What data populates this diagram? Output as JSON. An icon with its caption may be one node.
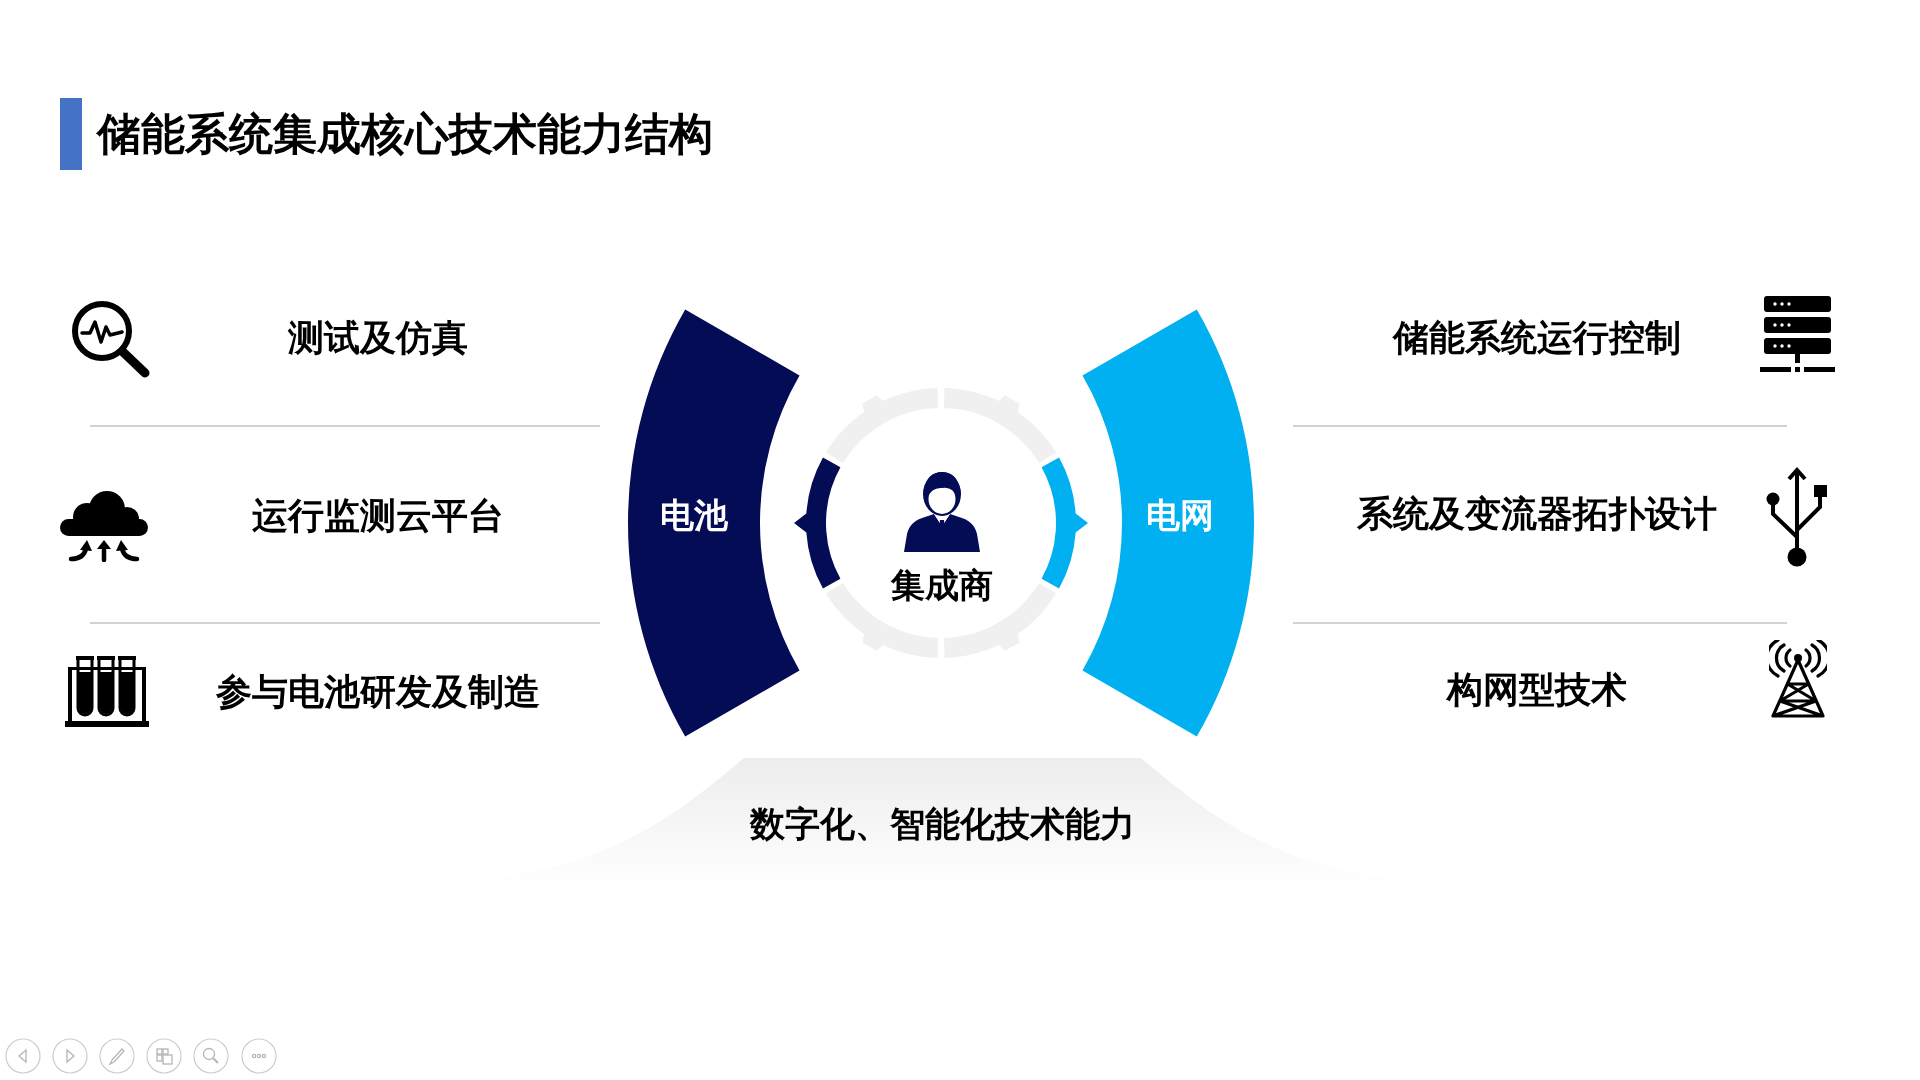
{
  "diagram": {
    "title": "储能系统集成核心技术能力结构",
    "nodes": [
      {
        "text": [
          "电池"
        ]
      },
      {
        "text": [
          "集成商"
        ]
      },
      {
        "text": [
          "电网"
        ]
      },
      {
        "text": [
          "数字化、智能化技术能力"
        ]
      }
    ],
    "edges": [
      {
        "from": 1,
        "to": 0,
        "arrow": "to",
        "color": "#050c56"
      },
      {
        "from": 1,
        "to": 2,
        "arrow": "to",
        "color": "#00b0f0"
      }
    ],
    "labels": [
      "测试及仿真",
      "运行监测云平台",
      "参与电池研发及制造",
      "储能系统运行控制",
      "系统及变流器拓扑设计",
      "构网型技术"
    ]
  }
}
